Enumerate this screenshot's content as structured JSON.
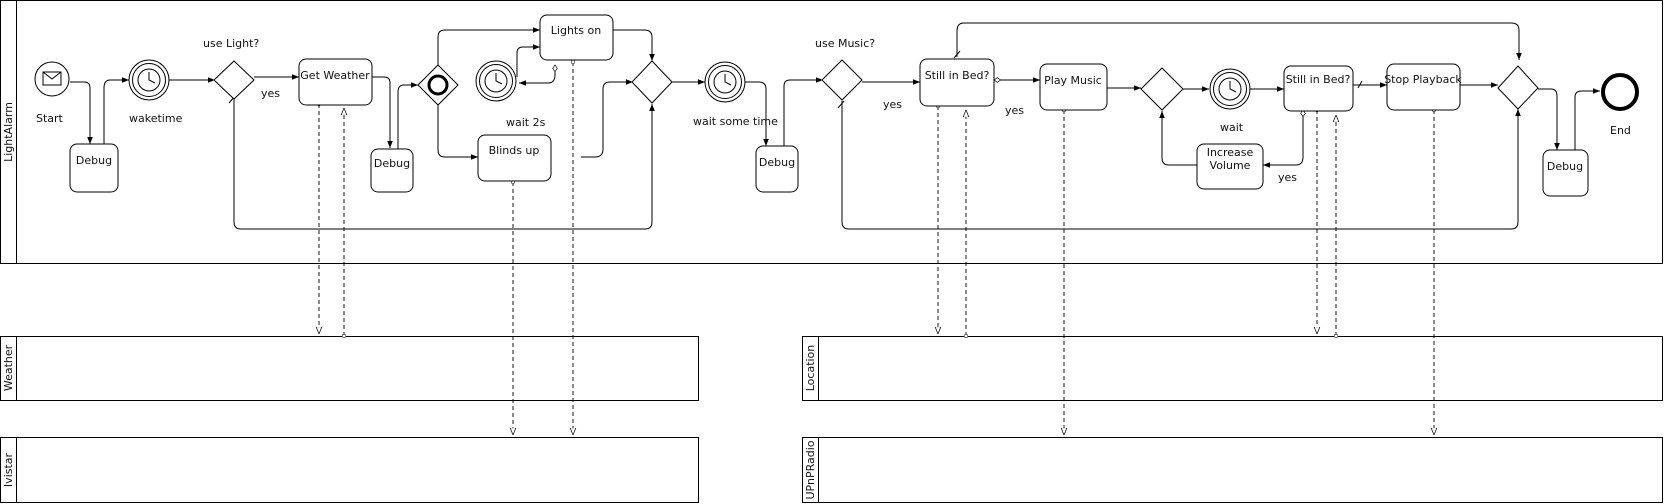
{
  "pools": {
    "main": "LightAlarm",
    "weather": "Weather",
    "ivistar": "Ivistar",
    "location": "Location",
    "upnpradio": "UPnPRadio"
  },
  "events": {
    "start": "Start",
    "waketime": "waketime",
    "wait_2s": "wait 2s",
    "wait_some_time": "wait some time",
    "wait": "wait",
    "end": "End"
  },
  "gateways": {
    "use_light": "use Light?",
    "use_music": "use Music?"
  },
  "tasks": {
    "debug_1": "Debug",
    "get_weather": "Get Weather",
    "debug_2": "Debug",
    "lights_on": "Lights on",
    "blinds_up": "Blinds up",
    "debug_3": "Debug",
    "still_in_bed_1": "Still in Bed?",
    "play_music": "Play Music",
    "increase_volume_line1": "Increase",
    "increase_volume_line2": "Volume",
    "still_in_bed_2": "Still in Bed?",
    "stop_playback": "Stop Playback",
    "debug_4": "Debug"
  },
  "conditions": {
    "yes_light": "yes",
    "yes_music": "yes",
    "yes_still_in_bed": "yes",
    "yes_increase": "yes"
  }
}
